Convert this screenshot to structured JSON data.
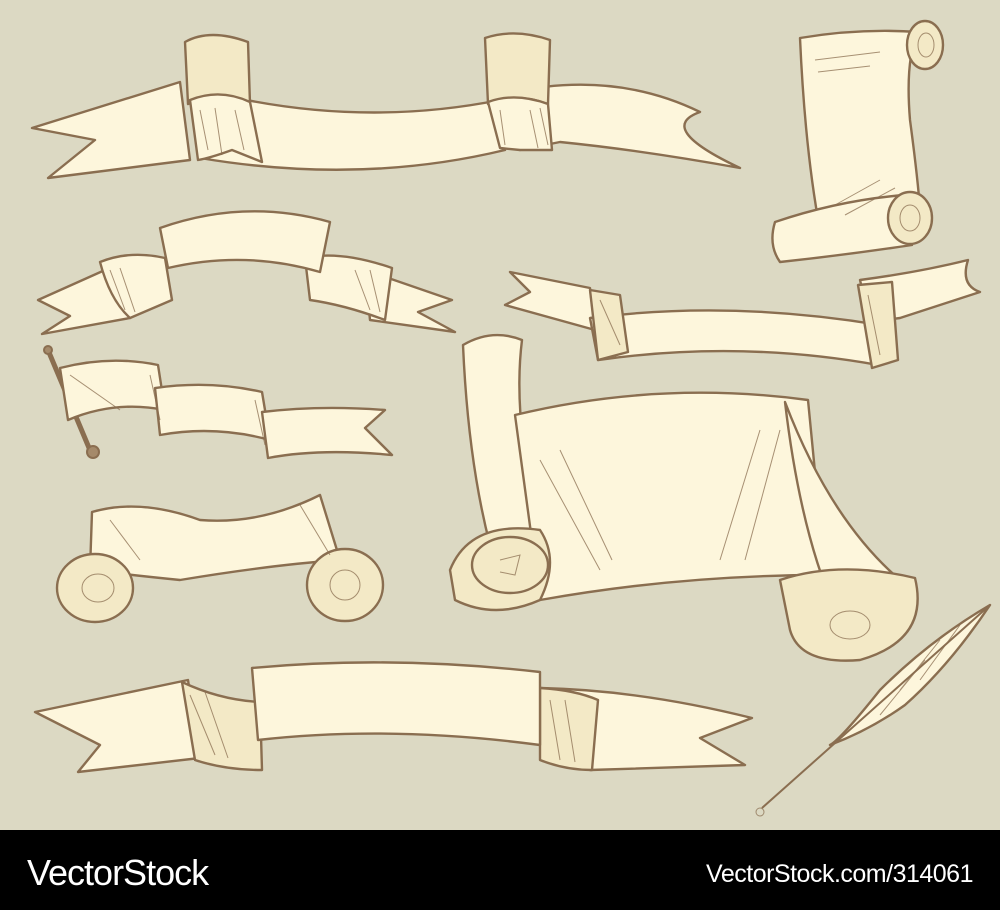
{
  "illustration": {
    "subject": "Hand-drawn vintage ribbons, banners and scrolls with a quill pen",
    "colors": {
      "background": "#dcd9c3",
      "ribbon_fill": "#fdf6dc",
      "fold_fill": "#f3e9c6",
      "stroke": "#8a6e50",
      "footer_bg": "#000000",
      "footer_text": "#ffffff"
    },
    "elements": [
      {
        "name": "long-ribbon-top",
        "type": "ribbon"
      },
      {
        "name": "vertical-scroll-top-right",
        "type": "scroll"
      },
      {
        "name": "arched-ribbon",
        "type": "ribbon"
      },
      {
        "name": "right-thin-ribbon",
        "type": "ribbon"
      },
      {
        "name": "flag-ribbon",
        "type": "flag"
      },
      {
        "name": "large-scroll-banner",
        "type": "scroll"
      },
      {
        "name": "curled-scroll-banner",
        "type": "scroll"
      },
      {
        "name": "long-ribbon-bottom",
        "type": "ribbon"
      },
      {
        "name": "quill-pen",
        "type": "quill"
      }
    ]
  },
  "footer": {
    "brand": "VectorStock",
    "reference": "VectorStock.com/314061"
  }
}
